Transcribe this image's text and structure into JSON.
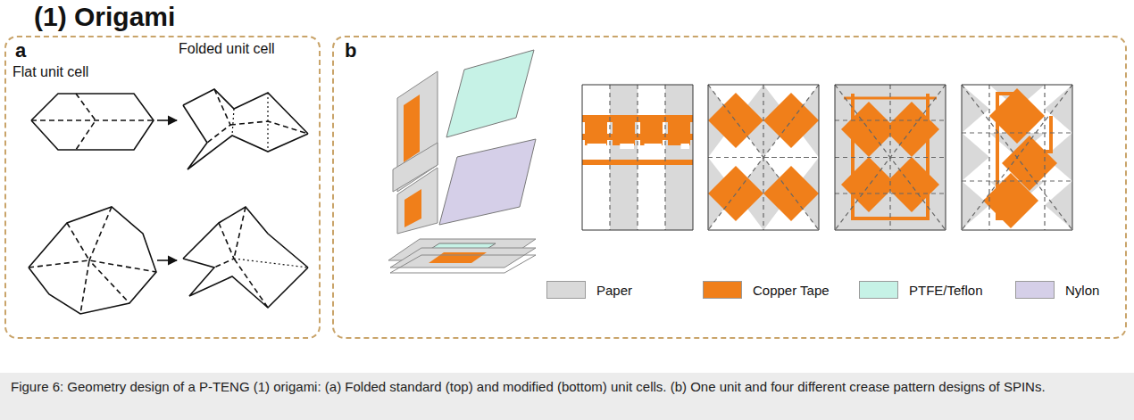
{
  "diagram": {
    "title": "(1) Origami",
    "caption": "Figure 6: Geometry design of a P-TENG (1) origami: (a) Folded standard (top) and modified (bottom) unit cells. (b) One unit and four different crease pattern designs of SPINs.",
    "nodes": [
      {
        "text": [
          "a",
          "Flat unit cell",
          "Folded unit cell"
        ]
      },
      {
        "text": [
          "b"
        ]
      }
    ],
    "legend": [
      {
        "text": "Paper",
        "color": "#d9d9d9"
      },
      {
        "text": "Copper Tape",
        "color": "#f07f1a"
      },
      {
        "text": "PTFE/Teflon",
        "color": "#c6f2e6"
      },
      {
        "text": "Nylon",
        "color": "#d5cfe8"
      }
    ]
  }
}
